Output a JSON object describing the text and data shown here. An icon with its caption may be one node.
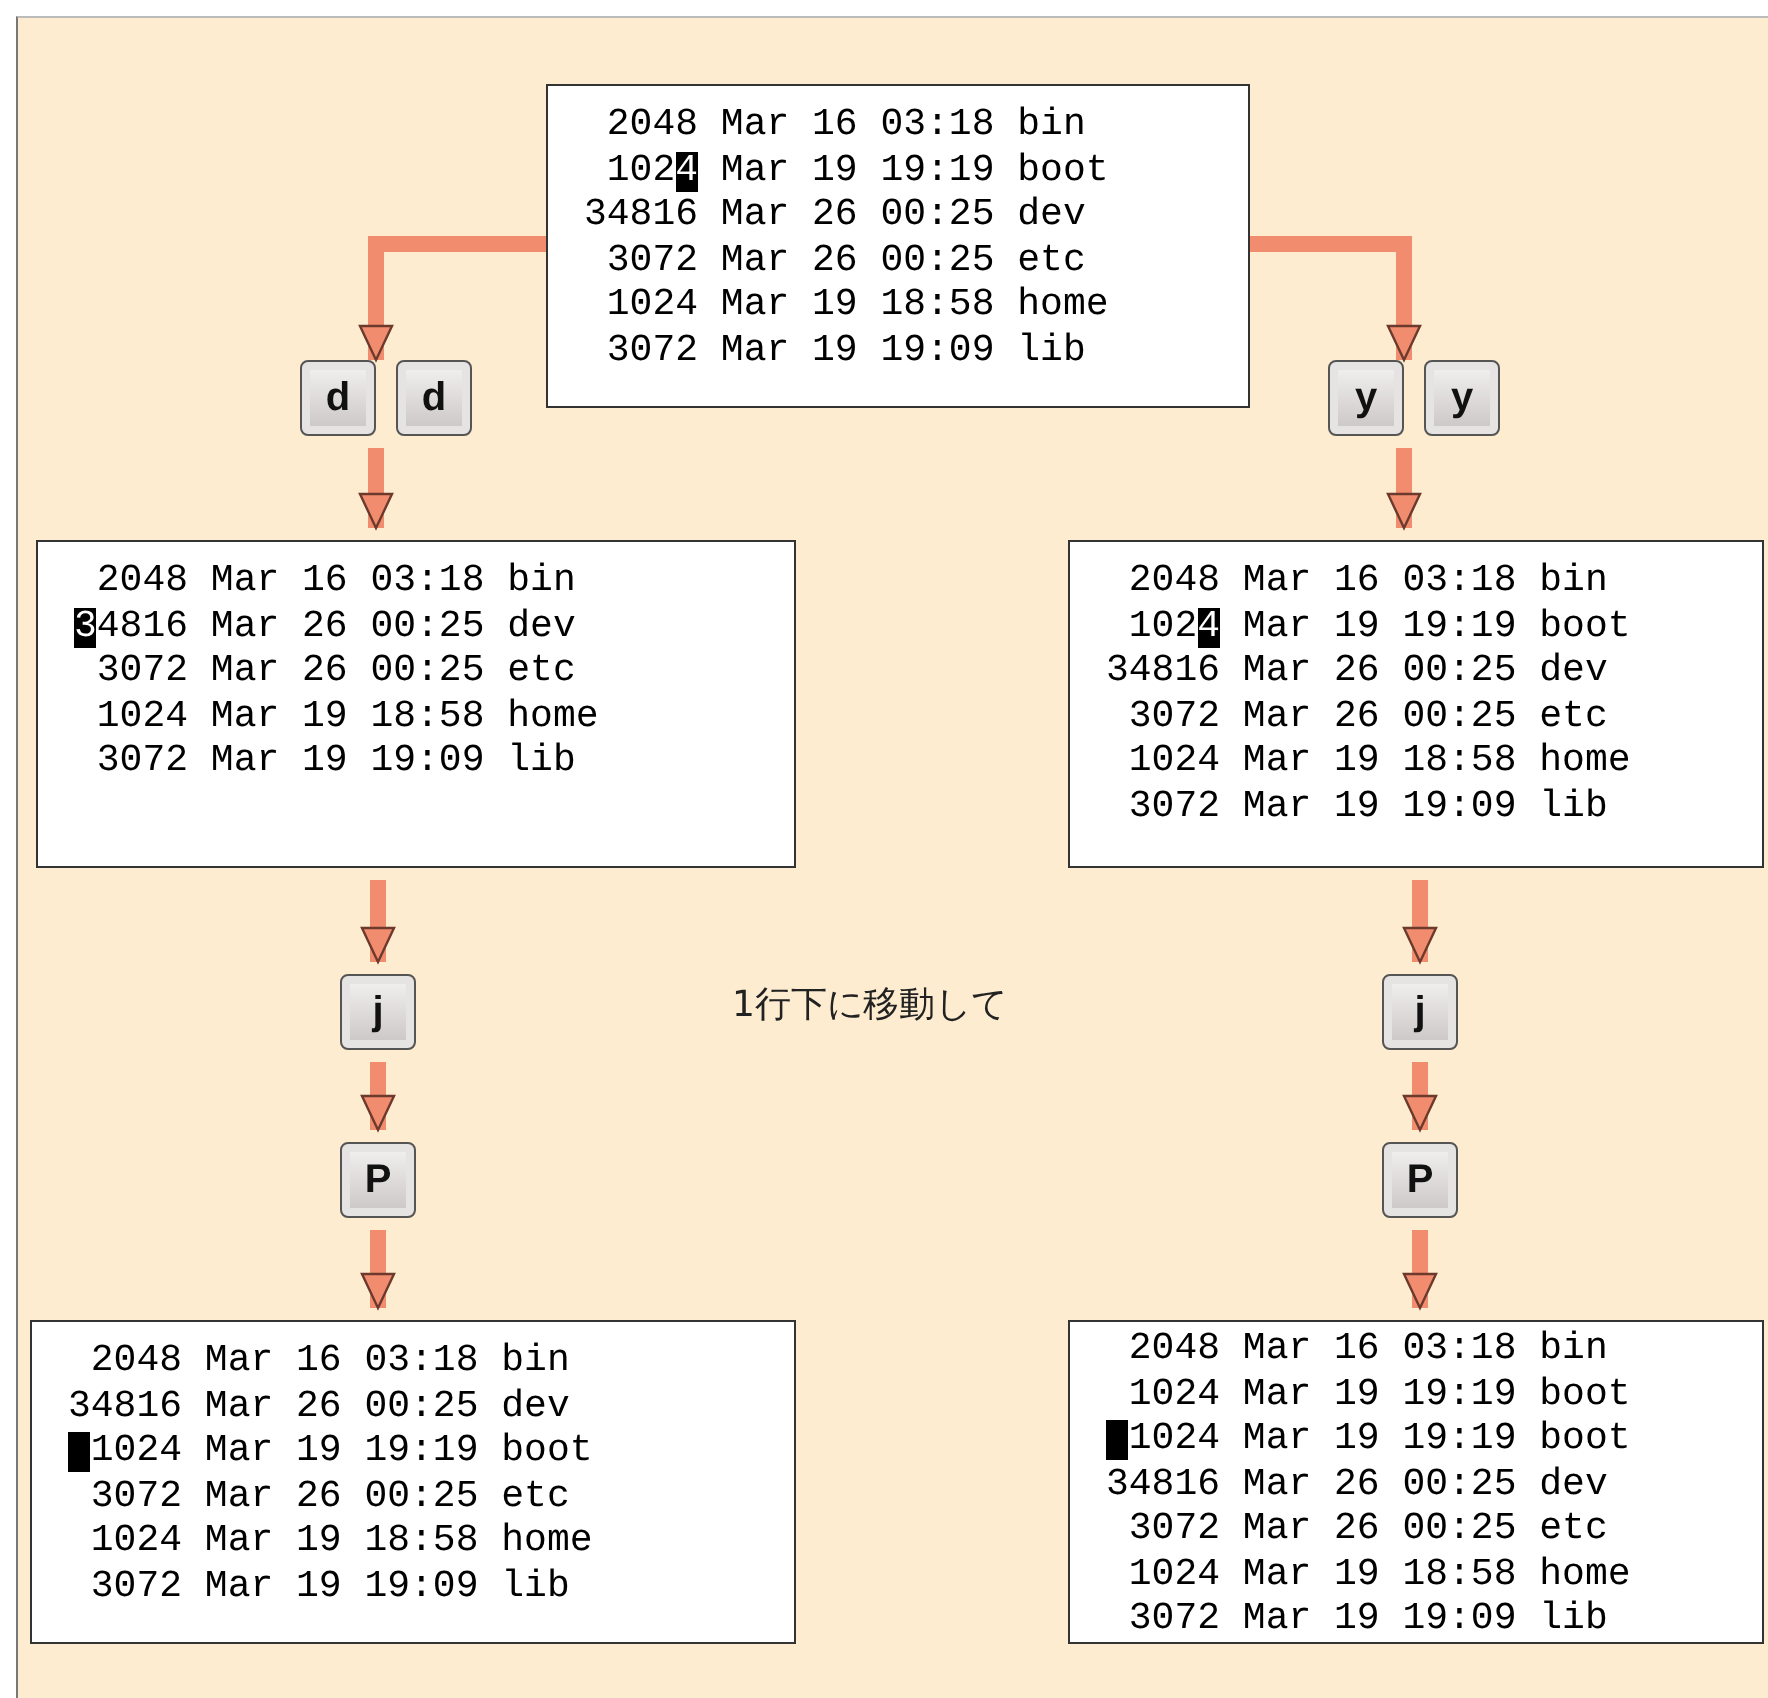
{
  "diagram": {
    "nodes": [
      {
        "text": [
          "2048 Mar 16 03:18 bin",
          "1024 Mar 19 19:19 boot",
          "34816 Mar 26 00:25 dev",
          "3072 Mar 26 00:25 etc",
          "1024 Mar 19 18:58 home",
          "3072 Mar 19 19:09 lib"
        ]
      },
      {
        "text": [
          "d"
        ]
      },
      {
        "text": [
          "d"
        ]
      },
      {
        "text": [
          "y"
        ]
      },
      {
        "text": [
          "y"
        ]
      },
      {
        "text": [
          "2048 Mar 16 03:18 bin",
          "34816 Mar 26 00:25 dev",
          "3072 Mar 26 00:25 etc",
          "1024 Mar 19 18:58 home",
          "3072 Mar 19 19:09 lib"
        ]
      },
      {
        "text": [
          "2048 Mar 16 03:18 bin",
          "1024 Mar 19 19:19 boot",
          "34816 Mar 26 00:25 dev",
          "3072 Mar 26 00:25 etc",
          "1024 Mar 19 18:58 home",
          "3072 Mar 19 19:09 lib"
        ]
      },
      {
        "text": [
          "j"
        ]
      },
      {
        "text": [
          "j"
        ]
      },
      {
        "text": [
          "P"
        ]
      },
      {
        "text": [
          "P"
        ]
      },
      {
        "text": [
          "2048 Mar 16 03:18 bin",
          "34816 Mar 26 00:25 dev",
          "1024 Mar 19 19:19 boot",
          "3072 Mar 26 00:25 etc",
          "1024 Mar 19 18:58 home",
          "3072 Mar 19 19:09 lib"
        ]
      },
      {
        "text": [
          "2048 Mar 16 03:18 bin",
          "1024 Mar 19 19:19 boot",
          "1024 Mar 19 19:19 boot",
          "34816 Mar 26 00:25 dev",
          "3072 Mar 26 00:25 etc",
          "1024 Mar 19 18:58 home",
          "3072 Mar 19 19:09 lib"
        ]
      }
    ],
    "edges": [
      {
        "from": 0,
        "to": 1,
        "arrow": "to"
      },
      {
        "from": 0,
        "to": 3,
        "arrow": "to"
      },
      {
        "from": 1,
        "to": 5,
        "arrow": "to"
      },
      {
        "from": 3,
        "to": 6,
        "arrow": "to"
      },
      {
        "from": 5,
        "to": 7,
        "arrow": "to"
      },
      {
        "from": 6,
        "to": 8,
        "arrow": "to"
      },
      {
        "from": 7,
        "to": 9,
        "arrow": "to"
      },
      {
        "from": 8,
        "to": 10,
        "arrow": "to"
      },
      {
        "from": 9,
        "to": 11,
        "arrow": "to"
      },
      {
        "from": 10,
        "to": 12,
        "arrow": "to"
      }
    ],
    "labels": [
      "1行下に移動して"
    ]
  }
}
